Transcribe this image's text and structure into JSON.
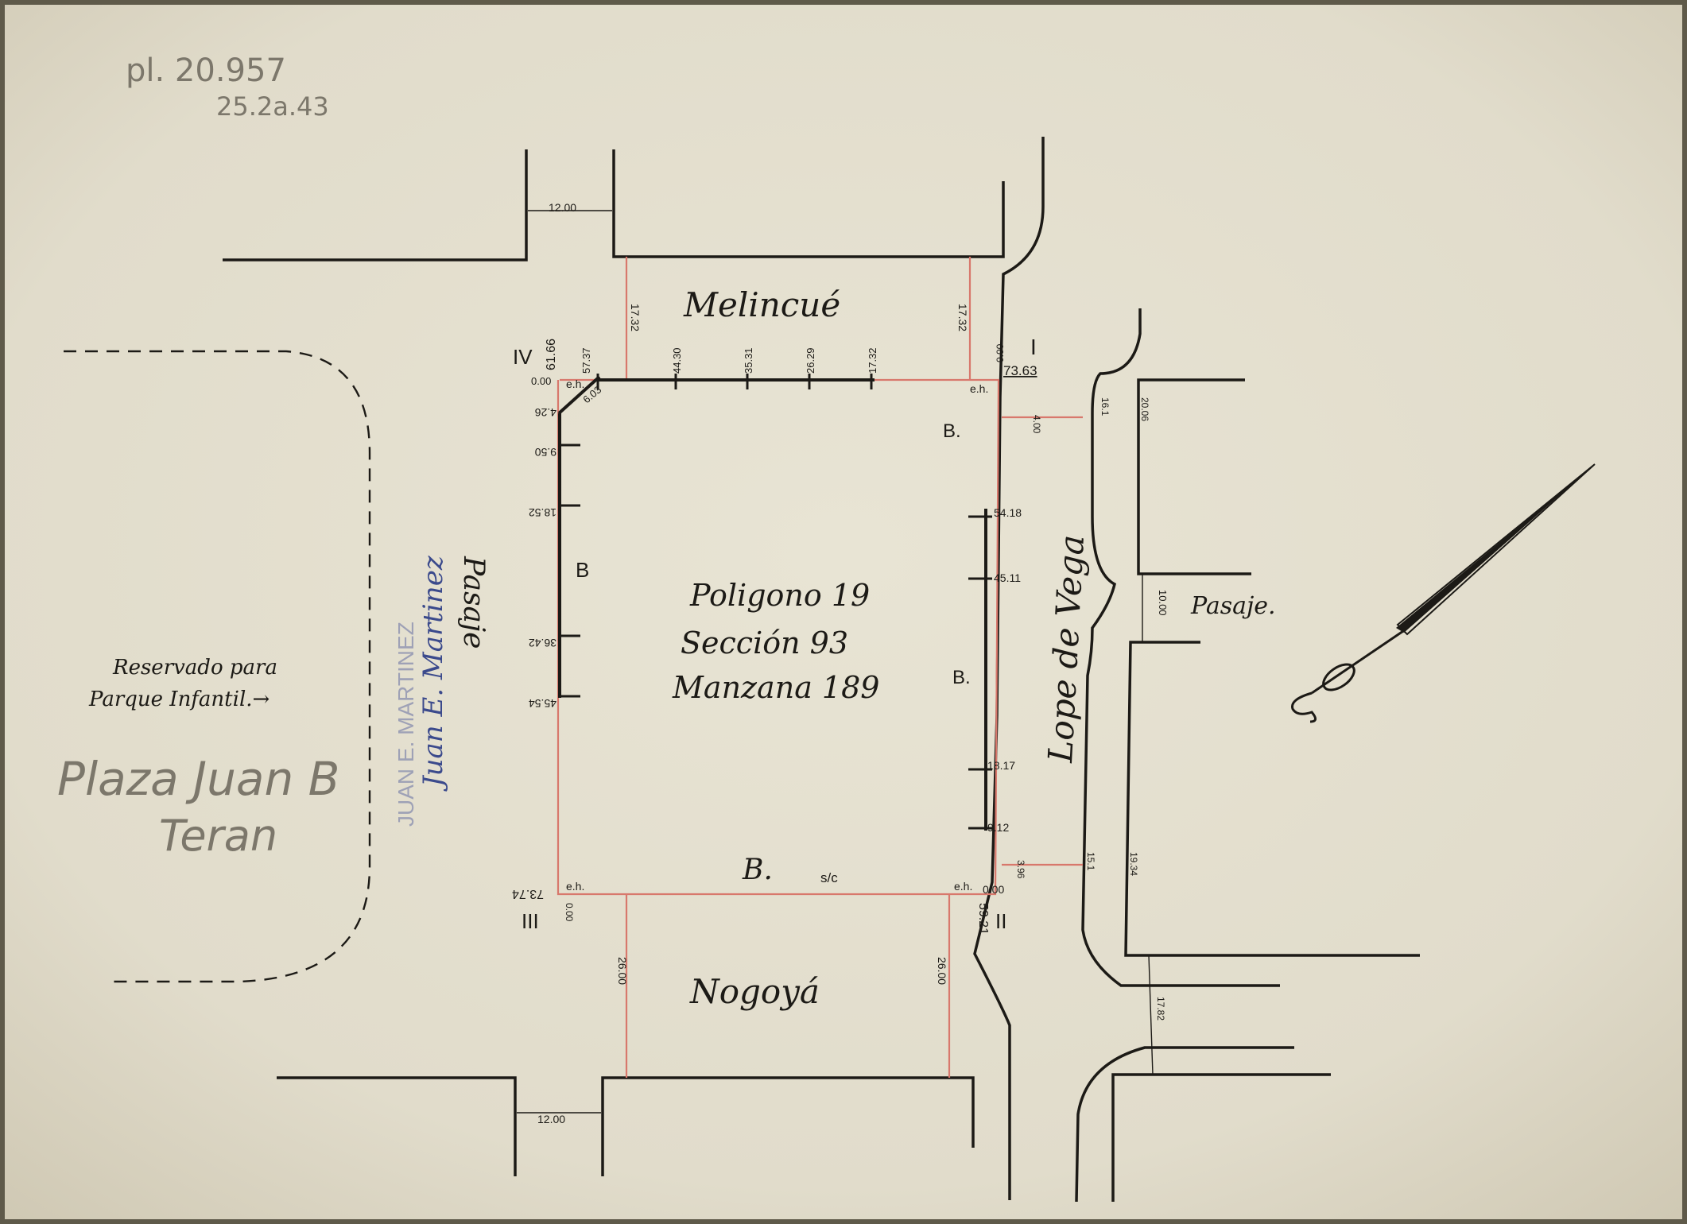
{
  "archive_annotation": {
    "line1": "pl. 20.957",
    "line2": "25.2a.43"
  },
  "streets": {
    "north": "Melincué",
    "south": "Nogoyá",
    "east": "Lope de Vega",
    "west": "Pasaje",
    "east_passage": "Pasaje."
  },
  "block": {
    "line1": "Poligono 19",
    "line2": "Sección 93",
    "line3": "Manzana 189"
  },
  "corners": {
    "I": "I",
    "II": "II",
    "III": "III",
    "IV": "IV"
  },
  "edge_marks": {
    "west": "B",
    "east_top": "B.",
    "east_mid": "B.",
    "south": "B.",
    "south_sub": "s/c"
  },
  "eh": "e.h.",
  "corner_values": {
    "I": "73.63",
    "II": "59.21",
    "III": "73.74",
    "IV": "61.66"
  },
  "north_ticks": [
    "57.37",
    "44.30",
    "35.31",
    "26.29",
    "17.32"
  ],
  "west_ticks": [
    "4.26",
    "9.50",
    "18.52",
    "36.42",
    "45.54"
  ],
  "east_ticks": [
    "54.18",
    "45.11",
    "18.17",
    "9.12"
  ],
  "zeros": "0.00",
  "chamfer": "6.03",
  "dimensions": {
    "street_width_top": "12.00",
    "street_width_bottom": "12.00",
    "melincue_left": "17.32",
    "melincue_right": "17.32",
    "nogoya_left": "26.00",
    "nogoya_right": "26.00",
    "lope_top_a": "4.00",
    "lope_top_b": "16.1",
    "lope_top_c": "20.06",
    "lope_bottom_a": "3.96",
    "lope_bottom_b": "15.1",
    "lope_bottom_c": "19.34",
    "pasaje_width": "10.00",
    "lower_right": "17.82"
  },
  "reserved_note": {
    "line1": "Reservado para",
    "line2": "Parque Infantil.→"
  },
  "pencil_plaza": {
    "line1": "Plaza Juan B",
    "line2": "Teran"
  },
  "renamed": {
    "faint": "JUAN E. MARTINEZ",
    "blue": "Juan E. Martinez"
  },
  "colors": {
    "paper": "#e4dfcf",
    "ink": "#1c1a16",
    "red_line": "#d8786c",
    "blue_ink": "#3b4a8c",
    "pencil": "#7c776b"
  },
  "icons": [
    "north-arrow-icon"
  ]
}
